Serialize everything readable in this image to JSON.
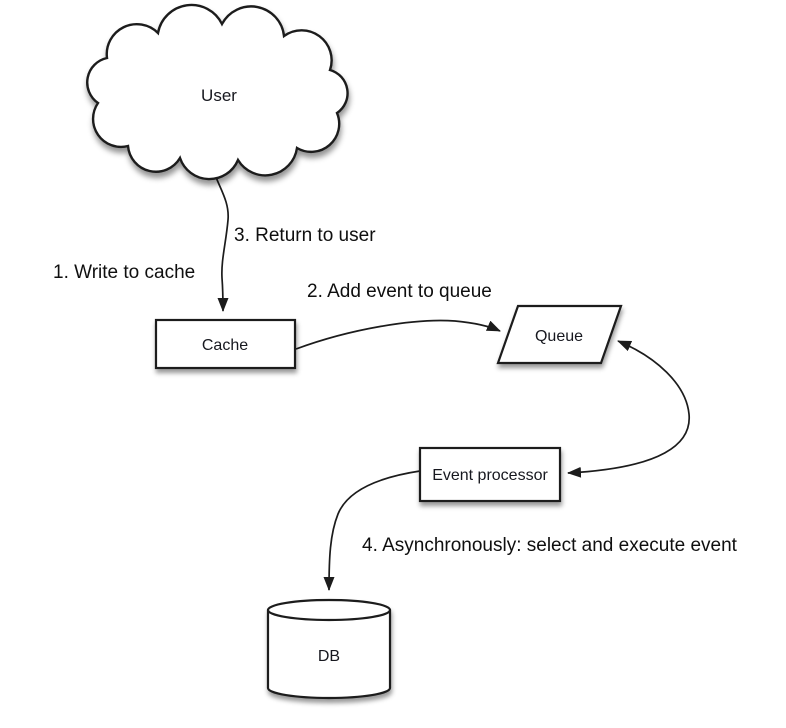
{
  "diagram": {
    "type": "flow-diagram",
    "colors": {
      "background": "#ffffff",
      "stroke": "#1c1c1c",
      "text": "#17181f",
      "shape_fill": "#ffffff"
    },
    "nodes": {
      "user": {
        "label": "User",
        "shape": "cloud"
      },
      "cache": {
        "label": "Cache",
        "shape": "rectangle"
      },
      "queue": {
        "label": "Queue",
        "shape": "parallelogram"
      },
      "event_processor": {
        "label": "Event processor",
        "shape": "rectangle"
      },
      "db": {
        "label": "DB",
        "shape": "cylinder"
      }
    },
    "annotations": {
      "step1": "1. Write to cache",
      "step2": "2. Add event to queue",
      "step3": "3. Return to user",
      "step4": "4. Asynchronously: select and execute event"
    },
    "edges": [
      {
        "id": "user-to-cache",
        "from": "user",
        "to": "cache",
        "arrowheads": "end",
        "labels": [
          "1. Write to cache",
          "3. Return to user"
        ]
      },
      {
        "id": "cache-to-queue",
        "from": "cache",
        "to": "queue",
        "arrowheads": "end",
        "labels": [
          "2. Add event to queue"
        ]
      },
      {
        "id": "queue-event-processor",
        "from": "queue",
        "to": "event_processor",
        "arrowheads": "both",
        "labels": []
      },
      {
        "id": "event-processor-to-db",
        "from": "event_processor",
        "to": "db",
        "arrowheads": "end",
        "labels": [
          "4. Asynchronously: select and execute event"
        ]
      }
    ]
  }
}
